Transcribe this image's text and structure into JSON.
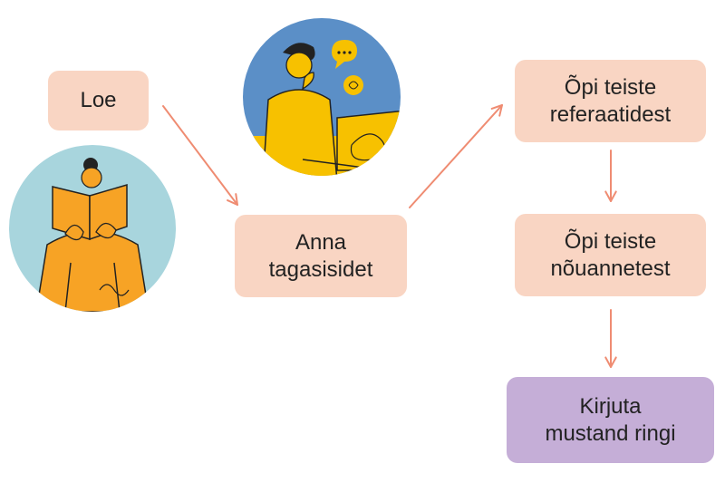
{
  "diagram": {
    "nodes": [
      {
        "id": "loe",
        "lines": [
          "Loe"
        ],
        "color": "#f9d5c3"
      },
      {
        "id": "anna",
        "lines": [
          "Anna",
          "tagasisidet"
        ],
        "color": "#f9d5c3"
      },
      {
        "id": "referaadid",
        "lines": [
          "Õpi teiste",
          "referaatidest"
        ],
        "color": "#f9d5c3"
      },
      {
        "id": "nouanded",
        "lines": [
          "Õpi teiste",
          "nõuannetest"
        ],
        "color": "#f9d5c3"
      },
      {
        "id": "mustand",
        "lines": [
          "Kirjuta",
          "mustand ringi"
        ],
        "color": "#c5aed7"
      }
    ],
    "edges": [
      {
        "from": "loe",
        "to": "anna"
      },
      {
        "from": "anna",
        "to": "referaadid"
      },
      {
        "from": "referaadid",
        "to": "nouanded"
      },
      {
        "from": "nouanded",
        "to": "mustand"
      }
    ],
    "arrow_color": "#ef8c72"
  },
  "illustrations": [
    {
      "icon": "person-reading-book-icon",
      "bg": "#a8d5dd"
    },
    {
      "icon": "person-thinking-at-laptop-icon",
      "bg": "#5b8fc7"
    }
  ]
}
